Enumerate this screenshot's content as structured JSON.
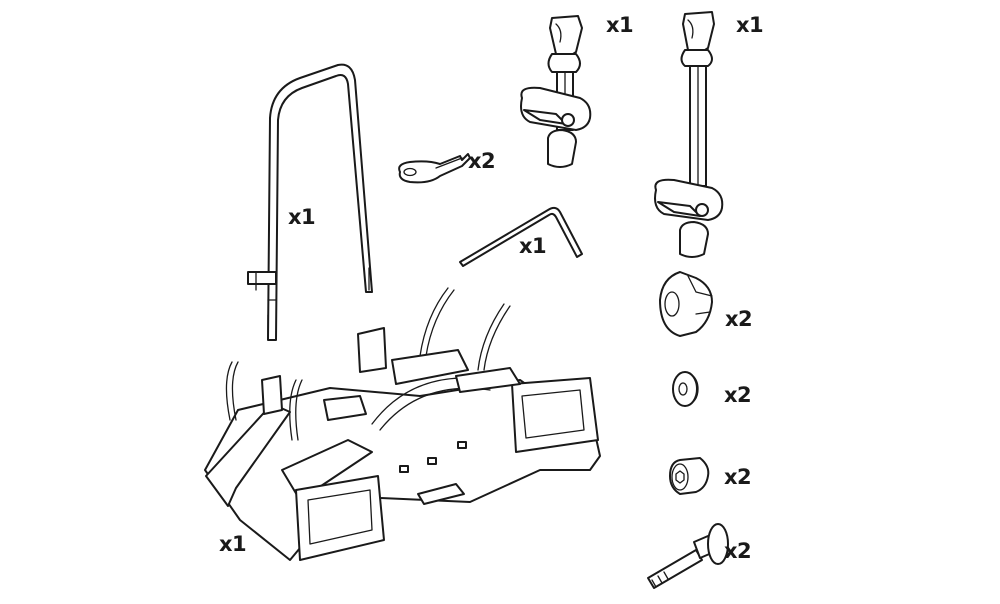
{
  "diagram": {
    "title": "Bike carrier parts contents",
    "parts": [
      {
        "id": "short-bike-arm",
        "name": "Short bike holder arm",
        "quantity": "x1"
      },
      {
        "id": "long-bike-arm",
        "name": "Long bike holder arm",
        "quantity": "x1"
      },
      {
        "id": "key",
        "name": "Key",
        "quantity": "x2"
      },
      {
        "id": "frame-bar",
        "name": "Folding frame bar",
        "quantity": "x1"
      },
      {
        "id": "hex-key",
        "name": "Hex key",
        "quantity": "x1"
      },
      {
        "id": "knob",
        "name": "Knob",
        "quantity": "x2"
      },
      {
        "id": "washer",
        "name": "Washer",
        "quantity": "x2"
      },
      {
        "id": "spacer",
        "name": "Spacer",
        "quantity": "x2"
      },
      {
        "id": "bolt",
        "name": "Bolt",
        "quantity": "x2"
      },
      {
        "id": "carrier",
        "name": "Bike carrier base",
        "quantity": "x1"
      }
    ]
  },
  "colors": {
    "line": "#1a1a1a",
    "background": "#ffffff"
  }
}
